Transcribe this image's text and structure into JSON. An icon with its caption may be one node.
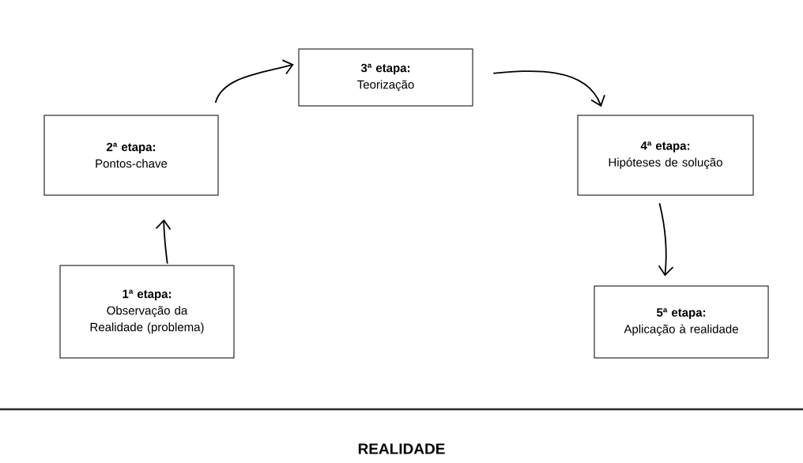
{
  "diagram": {
    "nodes": [
      {
        "text": [
          "1ª etapa:",
          "Observação da Realidade (problema)"
        ]
      },
      {
        "text": [
          "2ª etapa:",
          "Pontos-chave"
        ]
      },
      {
        "text": [
          "3ª etapa:",
          "Teorização"
        ]
      },
      {
        "text": [
          "4ª etapa:",
          "Hipóteses de solução"
        ]
      },
      {
        "text": [
          "5ª etapa:",
          "Aplicação à realidade"
        ]
      }
    ],
    "edges": [
      {
        "from": 0,
        "to": 1,
        "arrow": "to"
      },
      {
        "from": 1,
        "to": 2,
        "arrow": "to"
      },
      {
        "from": 2,
        "to": 3,
        "arrow": "to"
      },
      {
        "from": 3,
        "to": 4,
        "arrow": "to"
      }
    ],
    "labels": [
      "REALIDADE"
    ]
  }
}
